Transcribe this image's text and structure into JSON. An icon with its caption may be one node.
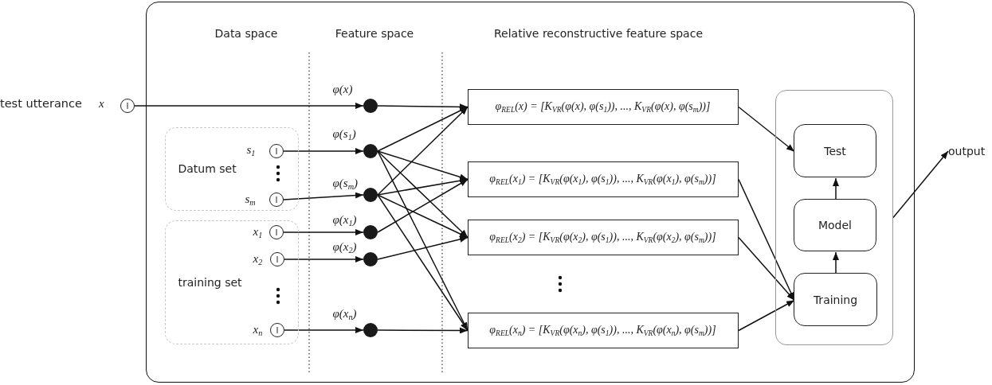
{
  "diagram": {
    "nodes": [
      {
        "text": [],
        "shape": "box"
      },
      {
        "text": [],
        "shape": "circle",
        "beside": [
          "test utterance",
          "x"
        ]
      },
      {
        "text": [
          "Datum set"
        ],
        "in": 0
      },
      {
        "text": [],
        "shape": "circle",
        "in": 2,
        "beside": [
          "s$_{1}$"
        ]
      },
      {
        "text": [],
        "shape": "circle",
        "in": 2,
        "beside": [
          "s$_{m}$"
        ]
      },
      {
        "text": [
          "training set"
        ],
        "in": 0
      },
      {
        "text": [],
        "shape": "circle",
        "in": 5,
        "beside": [
          "x$_{1}$"
        ]
      },
      {
        "text": [],
        "shape": "circle",
        "in": 5,
        "beside": [
          "x$_{2}$"
        ]
      },
      {
        "text": [],
        "shape": "circle",
        "in": 5,
        "beside": [
          "x$_{n}$"
        ]
      },
      {
        "text": [],
        "shape": "circle",
        "in": 0,
        "beside": [
          "φ(x)"
        ]
      },
      {
        "text": [],
        "shape": "circle",
        "in": 0,
        "beside": [
          "φ(s$_{1}$)"
        ]
      },
      {
        "text": [],
        "shape": "circle",
        "in": 0,
        "beside": [
          "φ(s$_{m}$)"
        ]
      },
      {
        "text": [],
        "shape": "circle",
        "in": 0,
        "beside": [
          "φ(x$_{1}$)"
        ]
      },
      {
        "text": [],
        "shape": "circle",
        "in": 0,
        "beside": [
          "φ(x$_{2}$)"
        ]
      },
      {
        "text": [],
        "shape": "circle",
        "in": 0,
        "beside": [
          "φ(x$_{n}$)"
        ]
      },
      {
        "text": [
          "φ$_{REL}$(x) = [K$_{VR}$(φ(x), φ(s$_{1}$)), ..., K$_{VR}$(φ(x), φ(s$_{m}$))]"
        ],
        "in": 0
      },
      {
        "text": [
          "φ$_{REL}$(x$_{1}$) = [K$_{VR}$(φ(x$_{1}$), φ(s$_{1}$)), ..., K$_{VR}$(φ(x$_{1}$), φ(s$_{m}$))]"
        ],
        "in": 0
      },
      {
        "text": [
          "φ$_{REL}$(x$_{2}$) = [K$_{VR}$(φ(x$_{2}$), φ(s$_{1}$)), ..., K$_{VR}$(φ(x$_{2}$), φ(s$_{m}$))]"
        ],
        "in": 0
      },
      {
        "text": [
          "φ$_{REL}$(x$_{n}$) = [K$_{VR}$(φ(x$_{n}$), φ(s$_{1}$)), ..., K$_{VR}$(φ(x$_{n}$), φ(s$_{m}$))]"
        ],
        "in": 0
      },
      {
        "text": [],
        "shape": "box",
        "in": 0
      },
      {
        "text": [
          "Test"
        ],
        "in": 19
      },
      {
        "text": [
          "Model"
        ],
        "in": 19
      },
      {
        "text": [
          "Training"
        ],
        "in": 19
      },
      {
        "text": [
          "output"
        ]
      }
    ],
    "edges": [
      {
        "from": 1,
        "to": 9,
        "arrow": "to"
      },
      {
        "from": 3,
        "to": 10,
        "arrow": "to"
      },
      {
        "from": 4,
        "to": 11,
        "arrow": "to"
      },
      {
        "from": 6,
        "to": 12,
        "arrow": "to"
      },
      {
        "from": 7,
        "to": 13,
        "arrow": "to"
      },
      {
        "from": 8,
        "to": 14,
        "arrow": "to"
      },
      {
        "from": 9,
        "to": 15,
        "arrow": "to"
      },
      {
        "from": 10,
        "to": 15,
        "arrow": "to"
      },
      {
        "from": 10,
        "to": 16,
        "arrow": "to"
      },
      {
        "from": 10,
        "to": 17,
        "arrow": "to"
      },
      {
        "from": 10,
        "to": 18,
        "arrow": "to"
      },
      {
        "from": 11,
        "to": 15,
        "arrow": "to"
      },
      {
        "from": 11,
        "to": 16,
        "arrow": "to"
      },
      {
        "from": 11,
        "to": 17,
        "arrow": "to"
      },
      {
        "from": 11,
        "to": 18,
        "arrow": "to"
      },
      {
        "from": 12,
        "to": 16,
        "arrow": "to"
      },
      {
        "from": 13,
        "to": 17,
        "arrow": "to"
      },
      {
        "from": 14,
        "to": 18,
        "arrow": "to"
      },
      {
        "from": 15,
        "to": 20,
        "arrow": "to"
      },
      {
        "from": 16,
        "to": 22,
        "arrow": "to"
      },
      {
        "from": 17,
        "to": 22,
        "arrow": "to"
      },
      {
        "from": 18,
        "to": 22,
        "arrow": "to"
      },
      {
        "from": 22,
        "to": 21,
        "arrow": "to"
      },
      {
        "from": 21,
        "to": 20,
        "arrow": "to"
      },
      {
        "from": 19,
        "to": 23,
        "arrow": "to"
      }
    ],
    "labels": [
      "Data space",
      "Feature space",
      "Relative reconstructive feature space"
    ]
  }
}
